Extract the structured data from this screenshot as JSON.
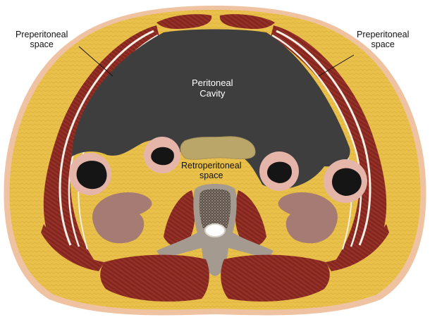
{
  "labels": {
    "preperitoneal_left": {
      "line1": "Preperitoneal",
      "line2": "space"
    },
    "preperitoneal_right": {
      "line1": "Preperitoneal",
      "line2": "space"
    },
    "peritoneal_cavity": {
      "line1": "Peritoneal",
      "line2": "Cavity"
    },
    "retroperitoneal": {
      "line1": "Retroperitoneal",
      "line2": "space"
    }
  },
  "colors": {
    "skin": "#efc3a2",
    "fat": "#e8c04a",
    "muscle": "#8b2a22",
    "peritoneal_cavity": "#3e3e3e",
    "fascia_line": "#f7efe4",
    "bowel_wall": "#e6b5a9",
    "lumen": "#151515",
    "kidney": "#a57b73",
    "vertebra": "#a49a90",
    "spinal_canal": "#ffffff",
    "retroperitoneal_organ": "#bba66a"
  }
}
